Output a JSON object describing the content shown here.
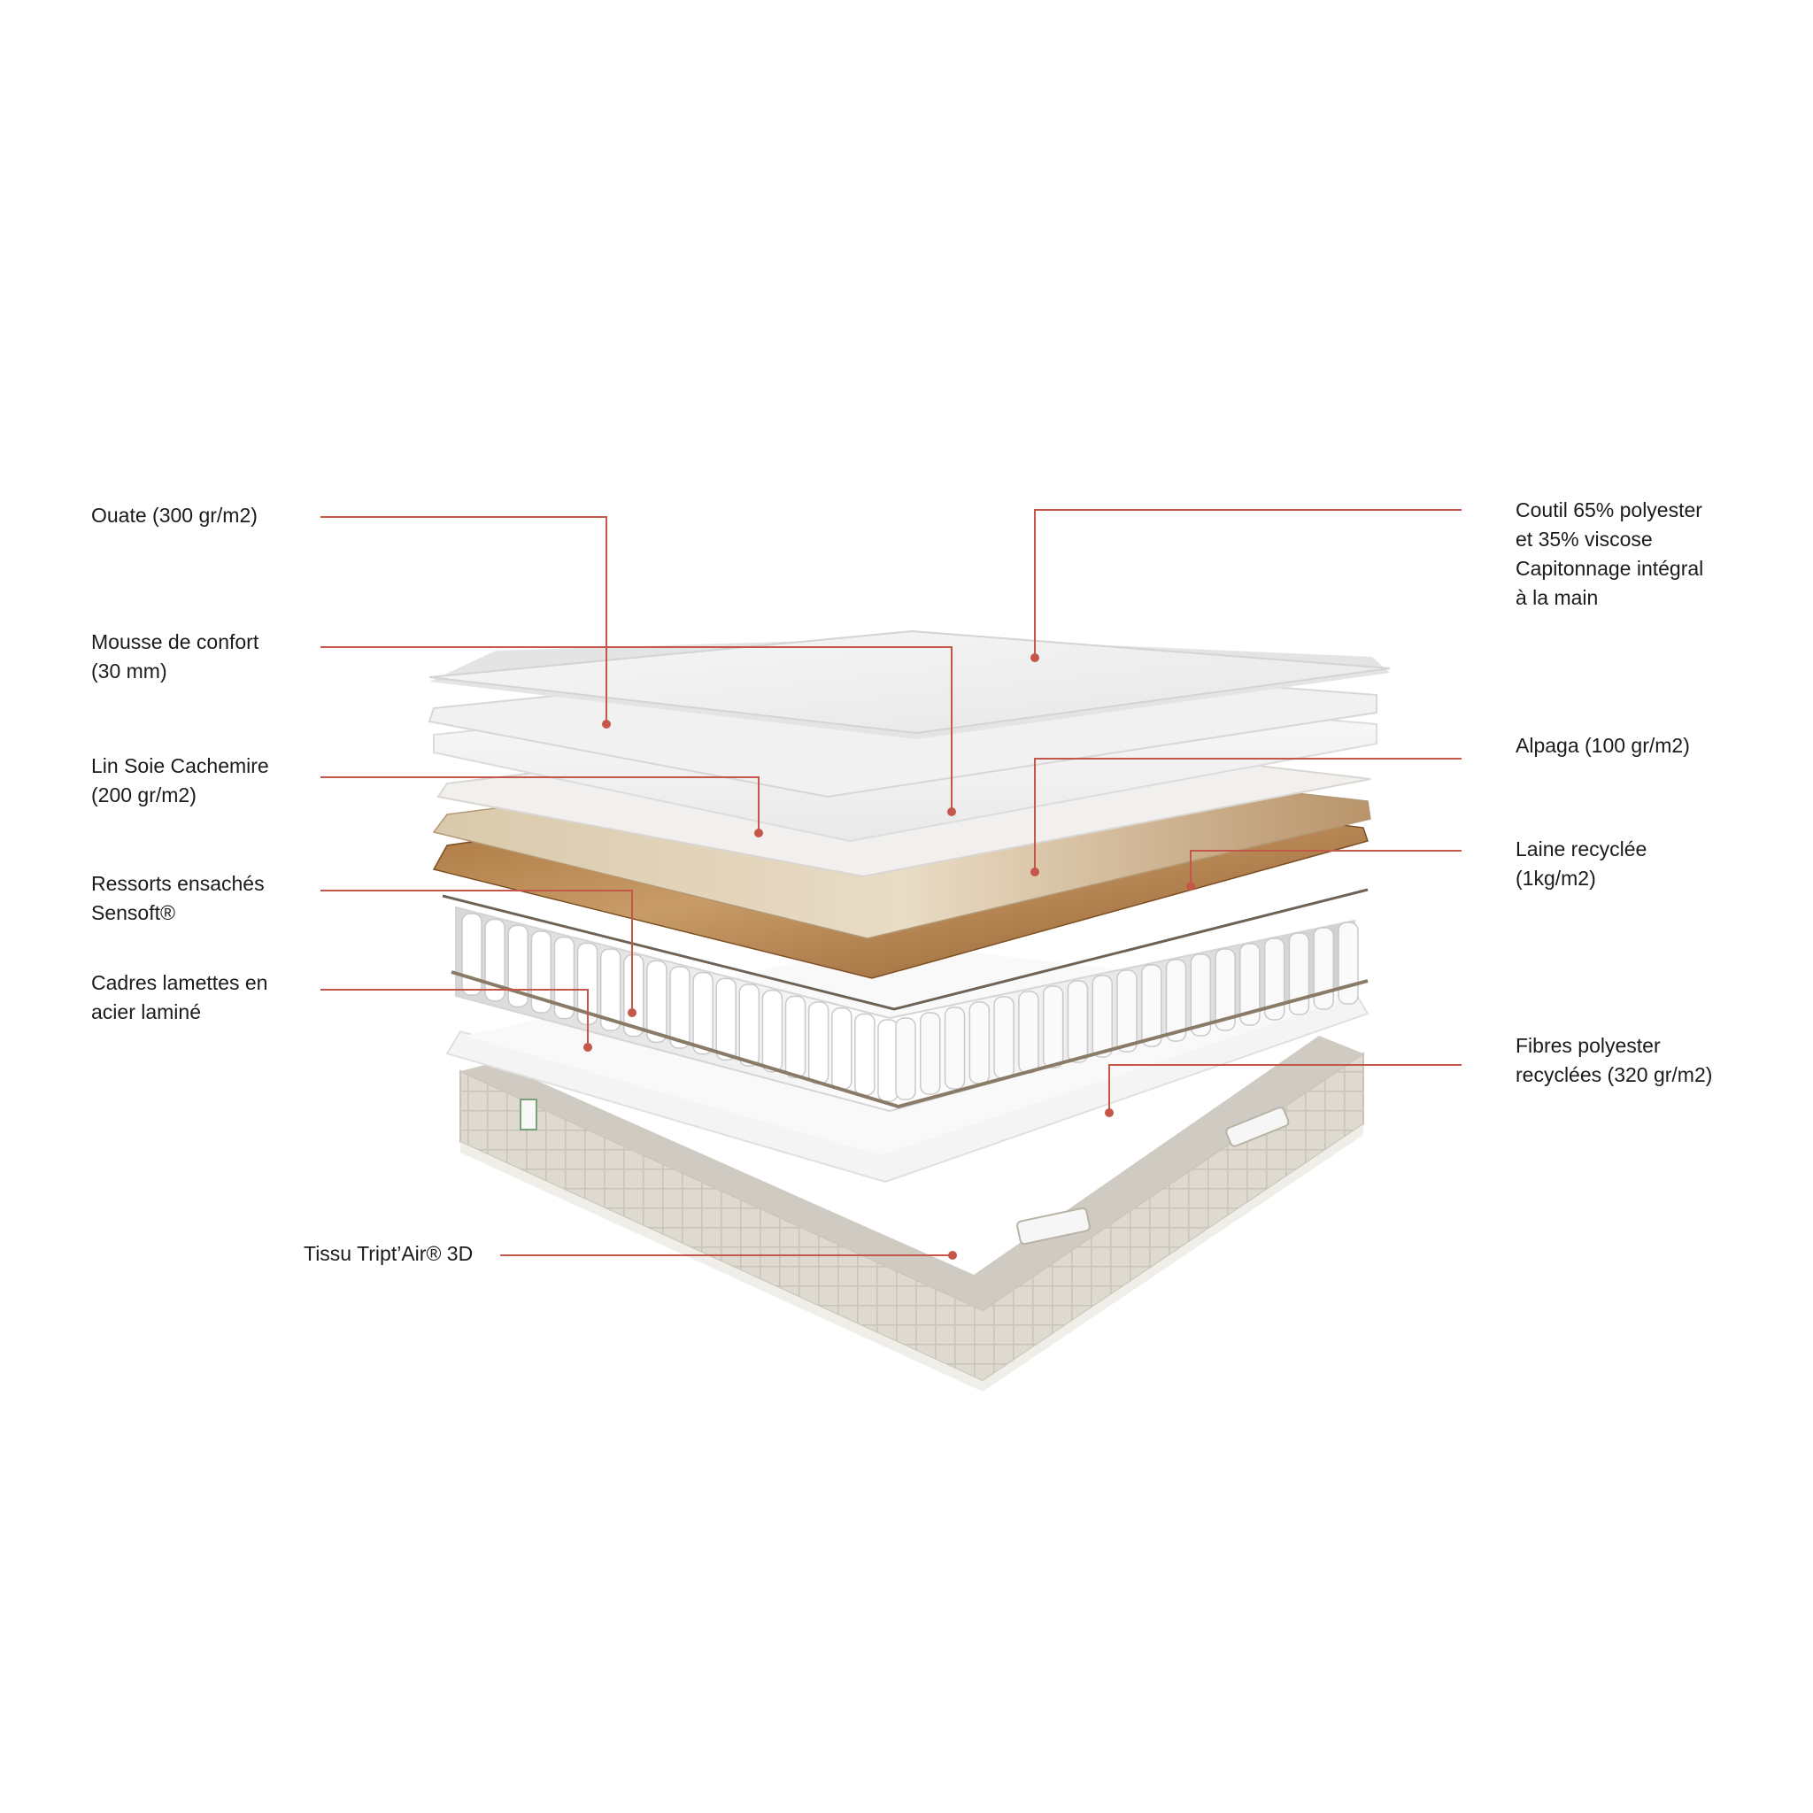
{
  "colors": {
    "leader_line": "#c4574a",
    "text": "#1b1b1b",
    "background": "#ffffff"
  },
  "layers": {
    "ouate": {
      "lines": [
        "Ouate (300 gr/m2)"
      ]
    },
    "mousse": {
      "lines": [
        "Mousse de confort",
        "(30 mm)"
      ]
    },
    "lin": {
      "lines": [
        "Lin Soie Cachemire",
        "(200 gr/m2)"
      ]
    },
    "ressorts": {
      "lines": [
        "Ressorts ensachés",
        "Sensoft®"
      ]
    },
    "cadres": {
      "lines": [
        "Cadres lamettes en",
        "acier laminé"
      ]
    },
    "tissu": {
      "lines": [
        "Tissu Tript’Air® 3D"
      ]
    },
    "coutil": {
      "lines": [
        "Coutil 65% polyester",
        "et 35% viscose",
        "Capitonnage intégral",
        "à la main"
      ]
    },
    "alpaga": {
      "lines": [
        "Alpaga (100 gr/m2)"
      ]
    },
    "laine": {
      "lines": [
        "Laine recyclée",
        "(1kg/m2)"
      ]
    },
    "fibres": {
      "lines": [
        "Fibres polyester",
        "recyclées (320 gr/m2)"
      ]
    }
  }
}
